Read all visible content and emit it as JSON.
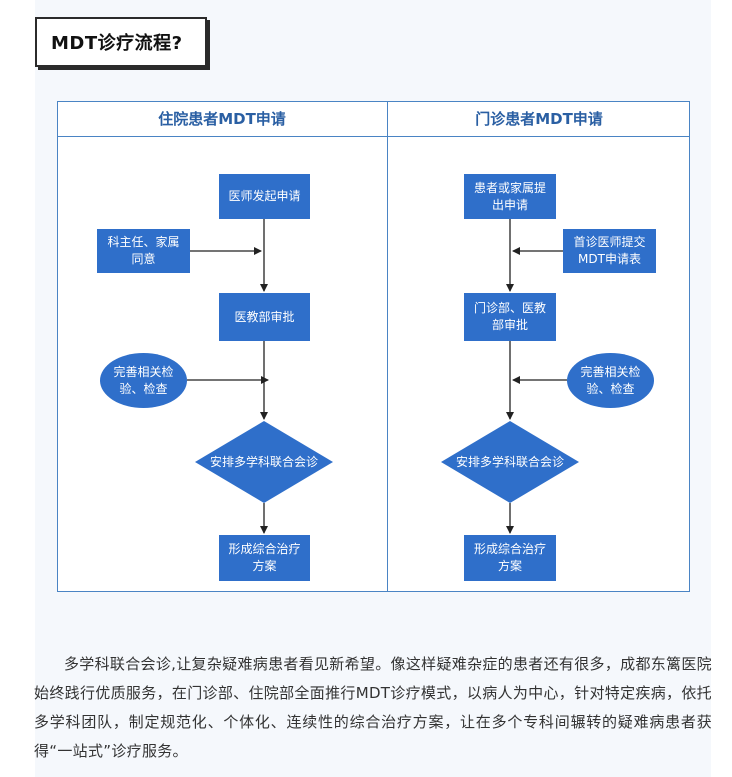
{
  "title": "MDT诊疗流程?",
  "left_column": {
    "header": "住院患者MDT申请",
    "step1": "医师发起申请",
    "side1": "科主任、家属\n同意",
    "step2": "医教部审批",
    "side2": "完善相关检\n验、检查",
    "decision": "安排多学科联合会诊",
    "step3": "形成综合治疗\n方案"
  },
  "right_column": {
    "header": "门诊患者MDT申请",
    "step1": "患者或家属提\n出申请",
    "side1": "首诊医师提交\nMDT申请表",
    "step2": "门诊部、医教\n部审批",
    "side2": "完善相关检\n验、检查",
    "decision": "安排多学科联合会诊",
    "step3": "形成综合治疗\n方案"
  },
  "paragraph": "多学科联合会诊,让复杂疑难病患者看见新希望。像这样疑难杂症的患者还有很多，成都东篱医院始终践行优质服务，在门诊部、住院部全面推行MDT诊疗模式，以病人为中心，针对特定疾病，依托多学科团队，制定规范化、个体化、连续性的综合治疗方案，让在多个专科间辗转的疑难病患者获得“一站式”诊疗服务。",
  "colors": {
    "node_fill": "#2f6fca",
    "border": "#4a84c4",
    "header_text": "#2a5fa3"
  }
}
